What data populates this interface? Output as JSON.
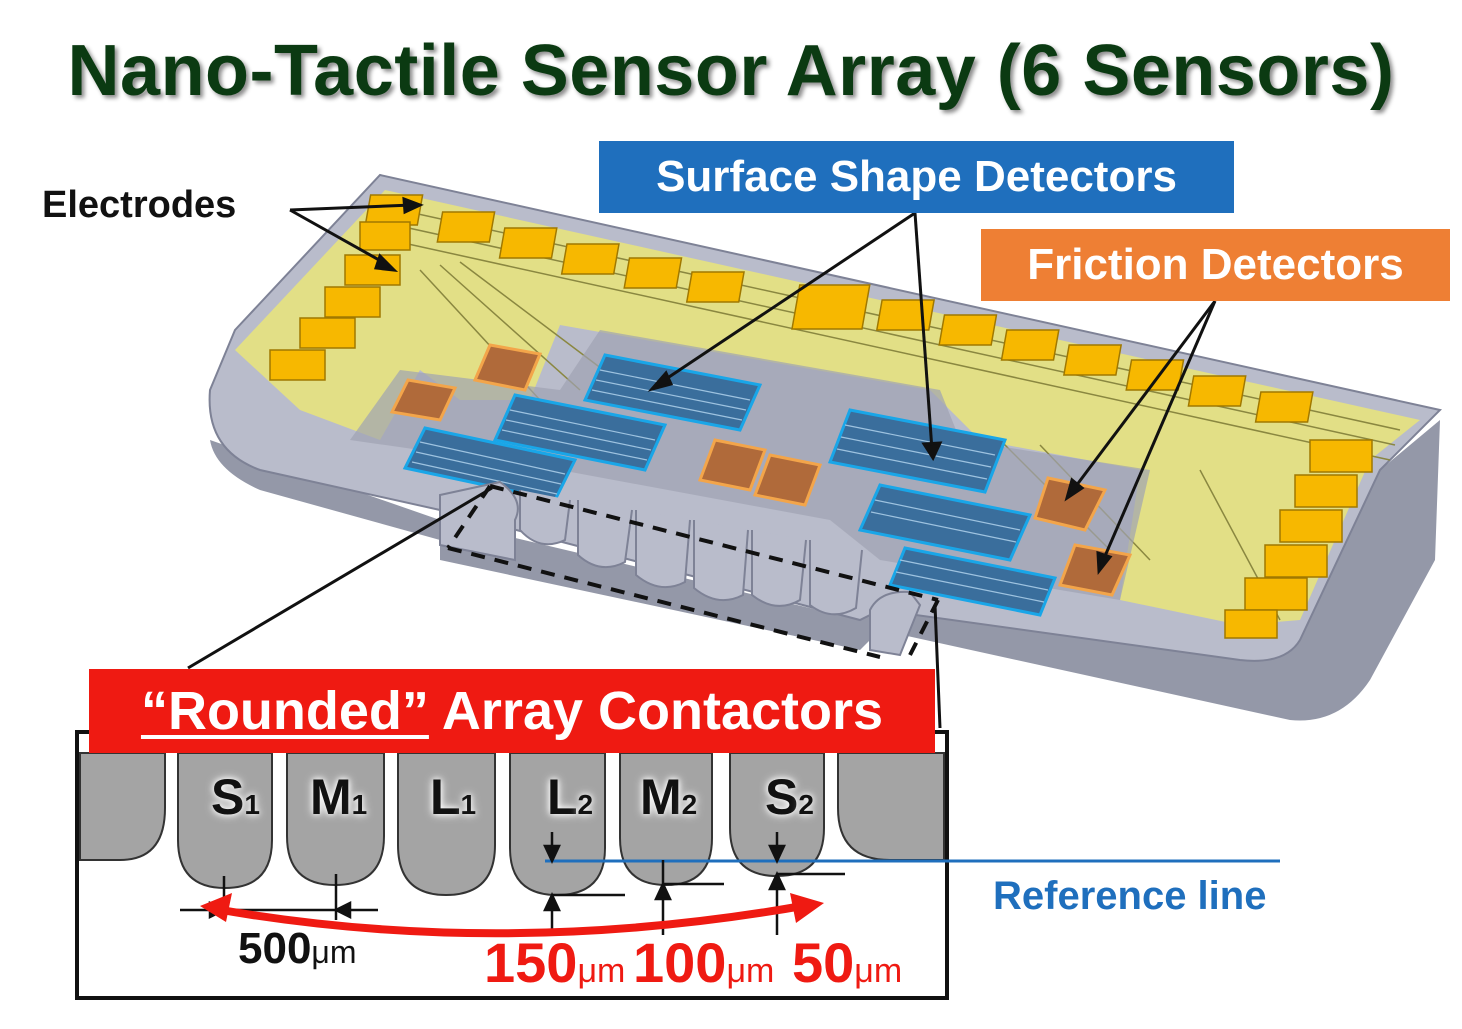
{
  "title": "Nano-Tactile Sensor Array (6 Sensors)",
  "labels": {
    "electrodes": "Electrodes",
    "surface_shape": "Surface Shape Detectors",
    "friction": "Friction Detectors",
    "contactors_quoted": "“Rounded”",
    "contactors_rest": " Array Contactors",
    "reference_line": "Reference line"
  },
  "sensors": [
    {
      "letter": "S",
      "sub": "1"
    },
    {
      "letter": "M",
      "sub": "1"
    },
    {
      "letter": "L",
      "sub": "1"
    },
    {
      "letter": "L",
      "sub": "2"
    },
    {
      "letter": "M",
      "sub": "2"
    },
    {
      "letter": "S",
      "sub": "2"
    }
  ],
  "dimensions": {
    "pitch": {
      "value": "500",
      "unit": "μm"
    },
    "l_offset": {
      "value": "150",
      "unit": "μm"
    },
    "m_offset": {
      "value": "100",
      "unit": "μm"
    },
    "s_offset": {
      "value": "50",
      "unit": "μm"
    }
  },
  "colors": {
    "title": "#0b3a12",
    "shape_box": "#1f6fbd",
    "friction_box": "#ee7f34",
    "contactor_box": "#ef1a12",
    "pad": "#f7b800",
    "trace": "#e9e57a",
    "substrate": "#b9bccb",
    "detector": "#3a6e9c"
  }
}
